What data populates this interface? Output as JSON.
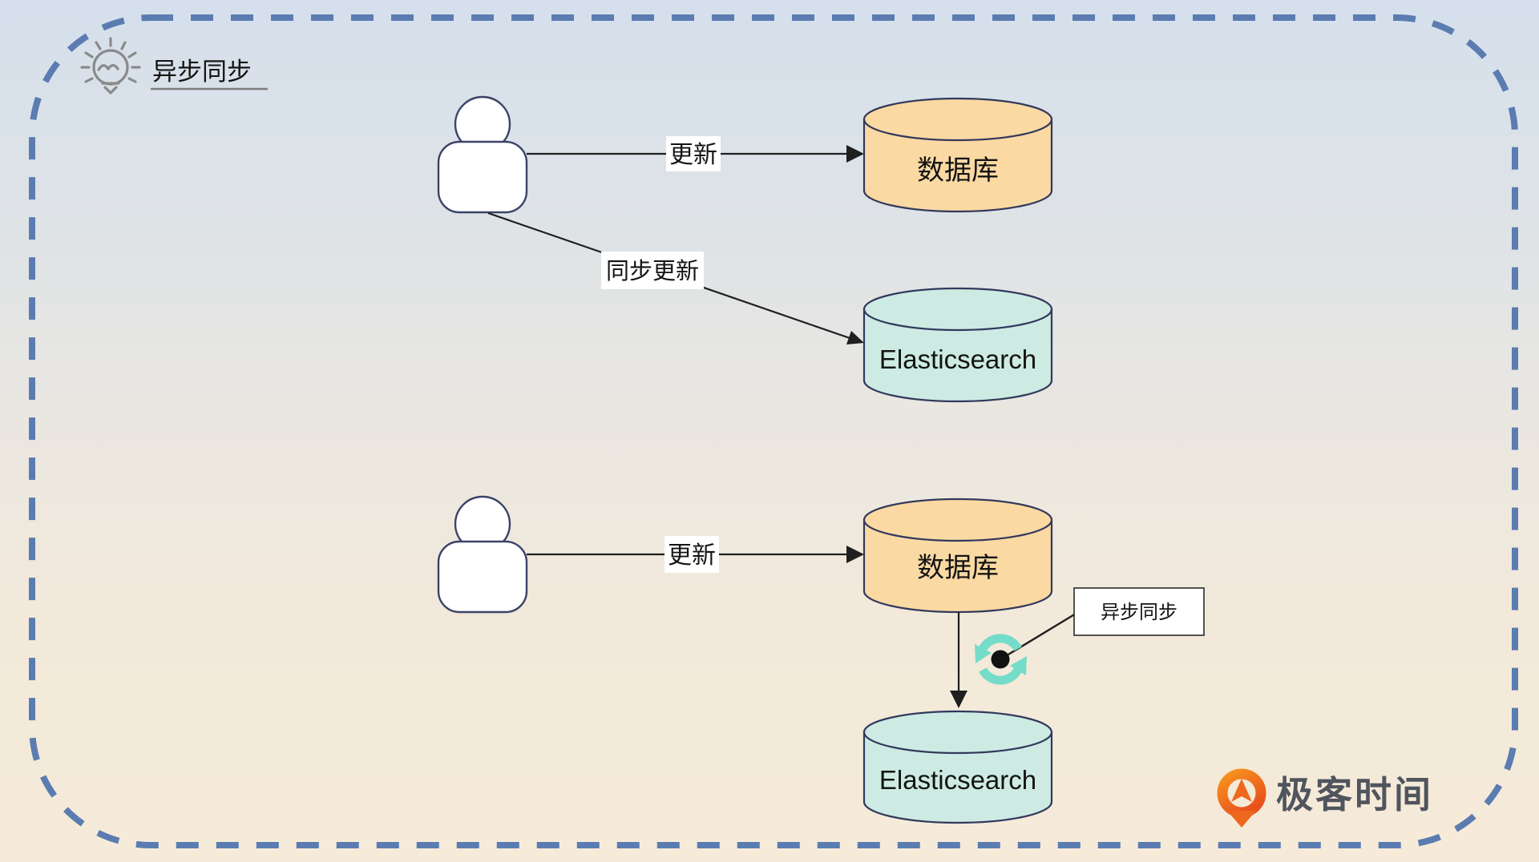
{
  "header": {
    "title": "异步同步"
  },
  "flows": {
    "top": {
      "update": "更新",
      "sync_update": "同步更新",
      "database": "数据库",
      "search": "Elasticsearch"
    },
    "bottom": {
      "update": "更新",
      "database": "数据库",
      "async_note": "异步同步",
      "search": "Elasticsearch"
    }
  },
  "branding": {
    "name": "极客时间"
  },
  "colors": {
    "border_dash": "#5b7cb1",
    "database_fill": "#fbd9a3",
    "search_fill": "#cdebe3",
    "outline": "#32395c",
    "sync_icon": "#74dcc9",
    "logo_orange": "#ed671c",
    "header_gray": "#7b7b7b"
  }
}
